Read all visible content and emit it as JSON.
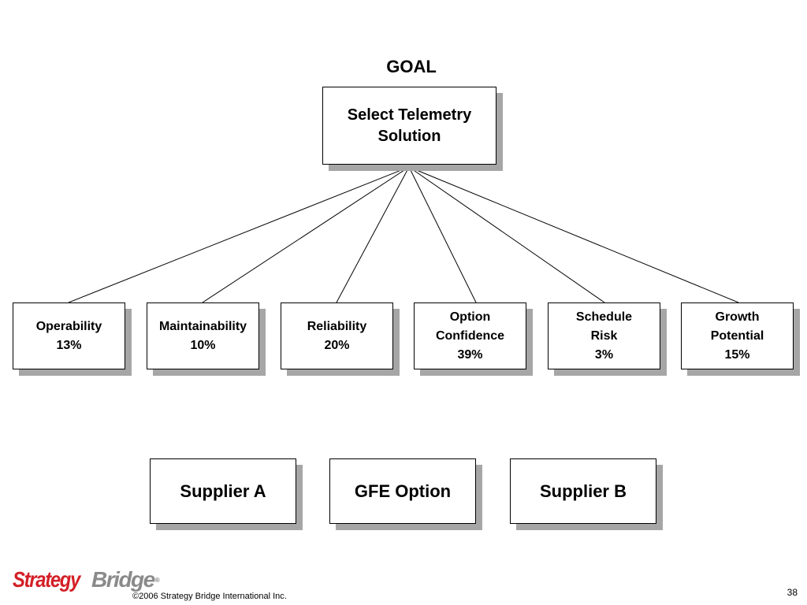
{
  "goal": {
    "heading": "GOAL",
    "title": "Select Telemetry\nSolution"
  },
  "criteria": [
    {
      "label": "Operability\n13%"
    },
    {
      "label": "Maintainability\n10%"
    },
    {
      "label": "Reliability\n20%"
    },
    {
      "label": "Option\nConfidence\n39%"
    },
    {
      "label": "Schedule\nRisk\n3%"
    },
    {
      "label": "Growth\nPotential\n15%"
    }
  ],
  "alternatives": [
    {
      "label": "Supplier A"
    },
    {
      "label": "GFE Option"
    },
    {
      "label": "Supplier B"
    }
  ],
  "footer": {
    "logo_part1": "Strategy",
    "logo_part2": "Bridge",
    "logo_mark": "®",
    "copyright": "©2006 Strategy Bridge International Inc.",
    "page_number": "38"
  }
}
